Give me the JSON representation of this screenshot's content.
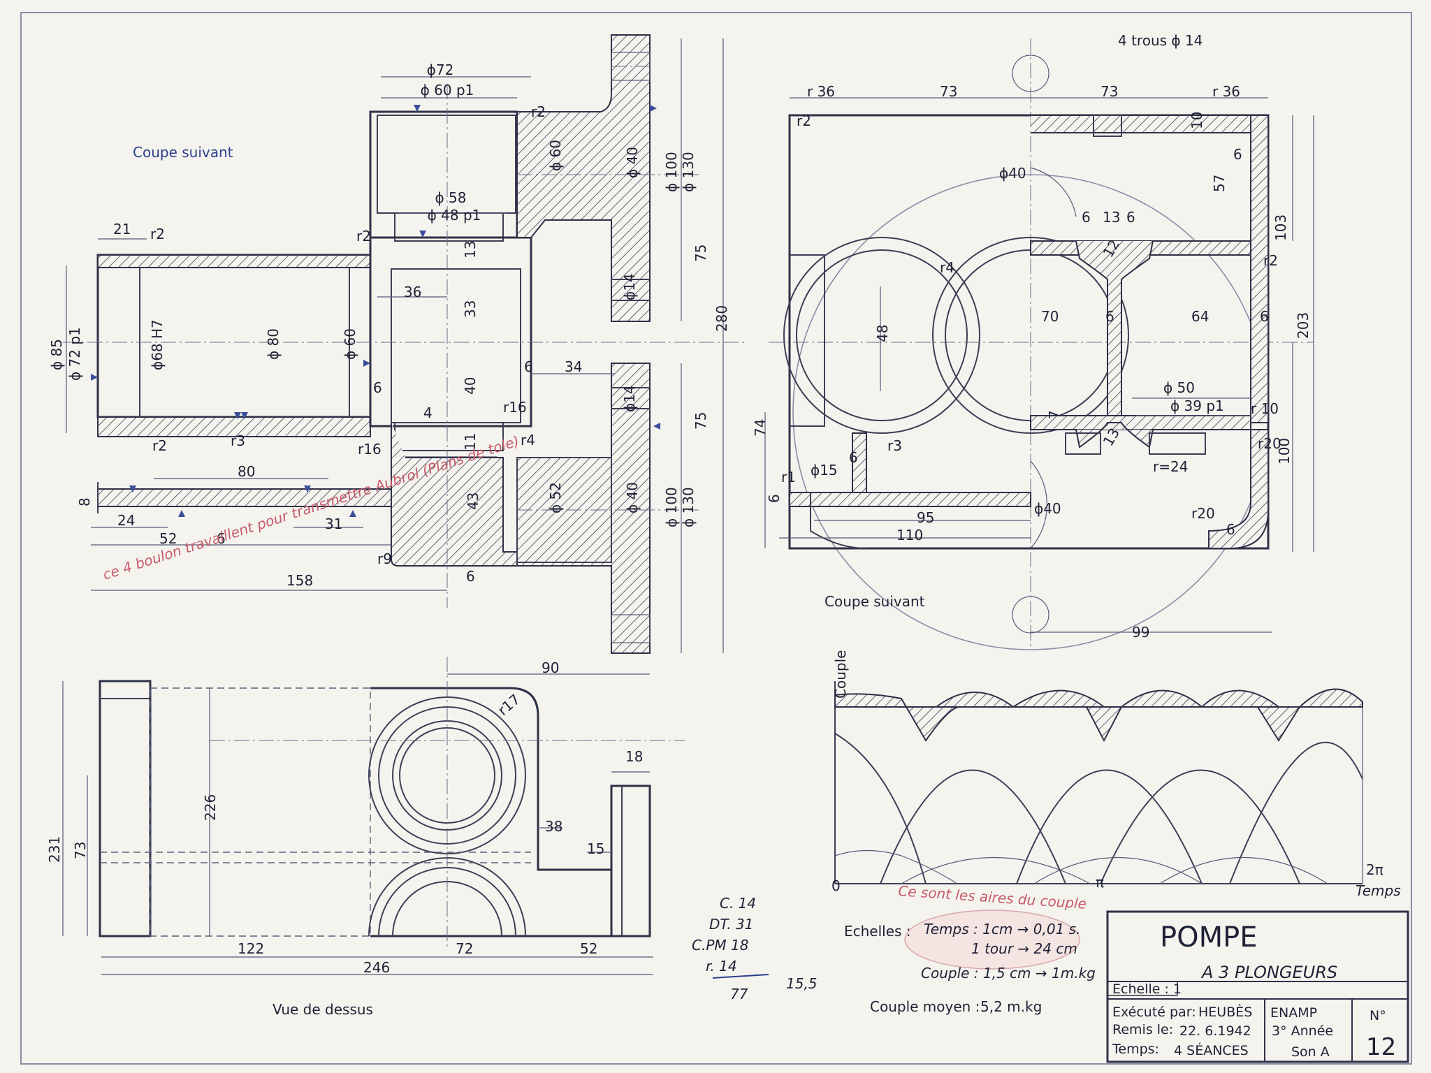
{
  "drawing": {
    "title": "POMPE",
    "subtitle": "A 3 PLONGEURS",
    "views": {
      "section_left_label": "Coupe suivant",
      "section_right_label": "Coupe suivant",
      "top_view_label": "Vue de dessus",
      "holes_note": "4 trous ϕ 14"
    },
    "dimensions": {
      "d72": "ϕ72",
      "d60p1": "ϕ 60 p1",
      "d58": "ϕ 58",
      "d48p1": "ϕ 48 p1",
      "d60v": "ϕ 60",
      "d40a": "ϕ 40",
      "d100a": "ϕ 100",
      "d130a": "ϕ 130",
      "d40b": "ϕ 40",
      "d100b": "ϕ 100",
      "d130b": "ϕ 130",
      "d52": "ϕ 52",
      "d14a": "ϕ14",
      "d14b": "ϕ14",
      "d85": "ϕ 85",
      "d72p1": "ϕ 72 p1",
      "d68": "ϕ68 H7",
      "d80": "ϕ 80",
      "d60c": "ϕ 60",
      "v75a": "75",
      "v75b": "75",
      "v280": "280",
      "v13": "13",
      "v33": "33",
      "v40": "40",
      "v11": "11",
      "v43": "43",
      "v36": "36",
      "v34": "34",
      "v6a": "6",
      "v6b": "6",
      "v6c": "6",
      "v4": "4",
      "r2a": "r2",
      "r2b": "r2",
      "r2c": "r2",
      "r3": "r3",
      "r4a": "r4",
      "r16a": "r16",
      "r16b": "r16",
      "r9": "r9",
      "v21": "21",
      "v80h": "80",
      "v8": "8",
      "v24": "24",
      "v52": "52",
      "v6d": "6",
      "v31": "31",
      "v158": "158",
      "r36a": "r 36",
      "h73a": "73",
      "h73b": "73",
      "r36b": "r 36",
      "v10": "10",
      "v57": "57",
      "v103": "103",
      "v203": "203",
      "v100r": "100",
      "d40c": "ϕ40",
      "d40d": "ϕ40",
      "h6a": "6",
      "h13": "13",
      "h6b": "6",
      "v12": "12",
      "r4b": "r4",
      "v48": "48",
      "h70": "70",
      "h6c": "6",
      "h64": "64",
      "h6d": "6",
      "d50": "ϕ 50",
      "d39p1": "ϕ 39 p1",
      "r10": "r 10",
      "r20a": "r20",
      "r20b": "r20",
      "v7": "7",
      "v13b": "13",
      "r24": "r=24",
      "v74": "74",
      "r3b": "r3",
      "v6e": "6",
      "d15": "ϕ15",
      "r1": "r1",
      "v6f": "6",
      "h95": "95",
      "h110": "110",
      "h99": "99",
      "r2d": "r2",
      "r2e": "r2",
      "h6g": "6",
      "h90": "90",
      "r17": "r17",
      "h18": "18",
      "v226": "226",
      "v231": "231",
      "v73": "73",
      "v38": "38",
      "h15": "15",
      "h122": "122",
      "h246": "246",
      "h72": "72",
      "h52b": "52"
    },
    "chart": {
      "ylabel": "Couple",
      "xlabel": "Temps",
      "origin": "0",
      "pi": "π",
      "twopi": "2π"
    },
    "scales": {
      "label": "Echelles :",
      "time": "Temps : 1cm → 0,01 s.",
      "turn": "1 tour → 24 cm",
      "torque": "Couple : 1,5 cm → 1m.kg",
      "mean_label": "Couple moyen :",
      "mean_value": "5,2 m.kg"
    },
    "title_block": {
      "scale": "Echelle : 1",
      "by_label": "Exécuté par:",
      "by": "HEUBÈS",
      "school": "ENAMP",
      "num_label": "N°",
      "num": "12",
      "date_label": "Remis le:",
      "date": "22. 6.1942",
      "year": "3° Année",
      "time_label": "Temps:",
      "time": "4 SÉANCES",
      "section": "Son A"
    },
    "grades": {
      "c": "C. 14",
      "dt": "DT. 31",
      "cpm": "C.PM 18",
      "r": "r. 14",
      "total": "77",
      "avg": "15,5"
    },
    "annotations": {
      "red_left": "ce 4 boulon travaillent pour transmettre Aubrol (Plans de tole)",
      "red_chart": "Ce sont les aires du couple"
    },
    "colors": {
      "ink": "#2e3148",
      "paper": "#f4f3ee",
      "blue": "#2b3f8c",
      "red": "#c85a6a"
    }
  }
}
